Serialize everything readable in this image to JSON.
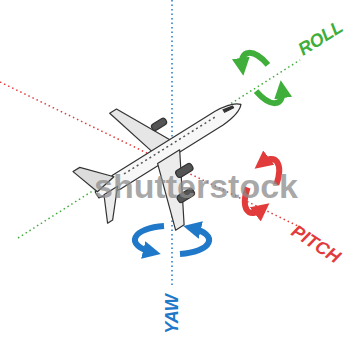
{
  "diagram": {
    "labels": [
      "ROLL",
      "PITCH",
      "YAW",
      "shutterstock"
    ]
  }
}
